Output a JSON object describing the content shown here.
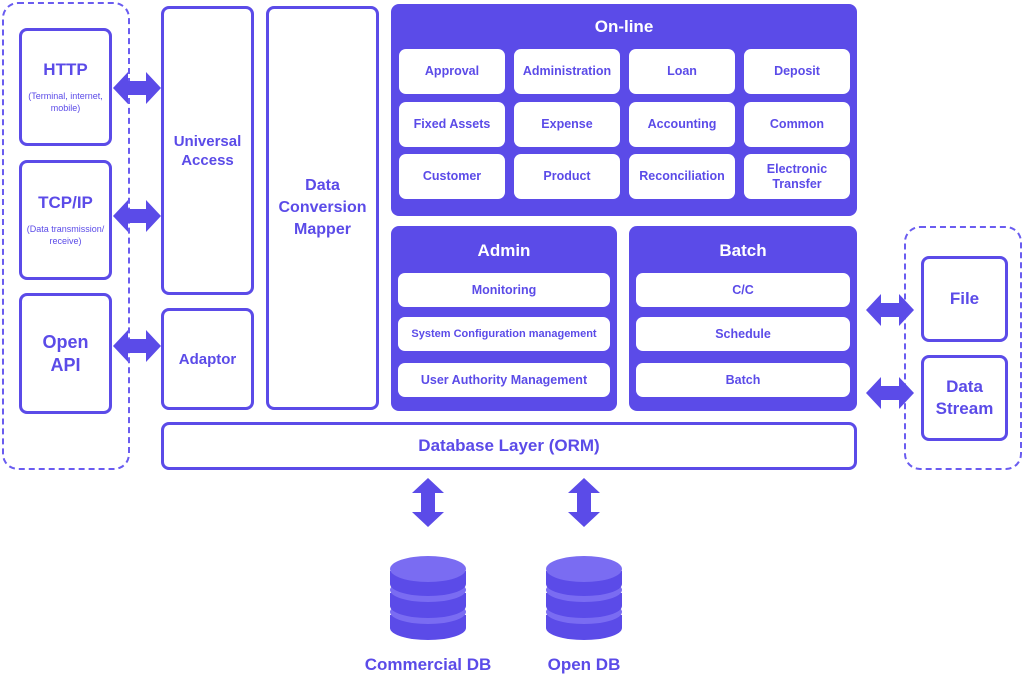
{
  "protocols": {
    "http": {
      "title": "HTTP",
      "sub": "(Terminal, internet, mobile)"
    },
    "tcpip": {
      "title": "TCP/IP",
      "sub": "(Data transmission/ receive)"
    },
    "openapi": {
      "title": "Open API"
    }
  },
  "universal_access": "Universal Access",
  "adaptor": "Adaptor",
  "mapper": "Data Conversion Mapper",
  "online": {
    "title": "On-line",
    "modules": [
      "Approval",
      "Administration",
      "Loan",
      "Deposit",
      "Fixed Assets",
      "Expense",
      "Accounting",
      "Common",
      "Customer",
      "Product",
      "Reconciliation",
      "Electronic Transfer"
    ]
  },
  "admin": {
    "title": "Admin",
    "modules": [
      "Monitoring",
      "System Configuration management",
      "User Authority Management"
    ]
  },
  "batch": {
    "title": "Batch",
    "modules": [
      "C/C",
      "Schedule",
      "Batch"
    ]
  },
  "external": {
    "file": "File",
    "stream": "Data Stream"
  },
  "database_layer": "Database Layer (ORM)",
  "databases": [
    "Commercial DB",
    "Open DB"
  ],
  "colors": {
    "primary": "#5b4be8",
    "db_light": "#7a6cf2",
    "white": "#ffffff"
  }
}
